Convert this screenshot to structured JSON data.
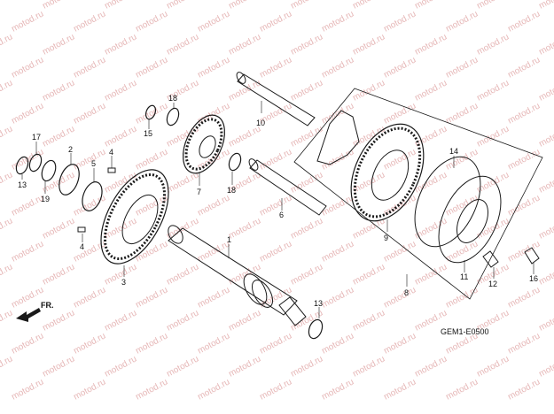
{
  "diagram": {
    "code": "GEM1-E0500",
    "direction_label": "FR.",
    "watermark_text": "motod.ru",
    "colors": {
      "ink": "#1a1a1a",
      "watermark": "#e6b7b7",
      "background": "#ffffff"
    },
    "callouts": {
      "p1": "1",
      "p2": "2",
      "p3": "3",
      "p4a": "4",
      "p4b": "4",
      "p5": "5",
      "p6": "6",
      "p7": "7",
      "p8": "8",
      "p9": "9",
      "p10": "10",
      "p11": "11",
      "p12": "12",
      "p13a": "13",
      "p13b": "13",
      "p14": "14",
      "p15": "15",
      "p16": "16",
      "p17": "17",
      "p18a": "18",
      "p18b": "18",
      "p19": "19"
    }
  }
}
